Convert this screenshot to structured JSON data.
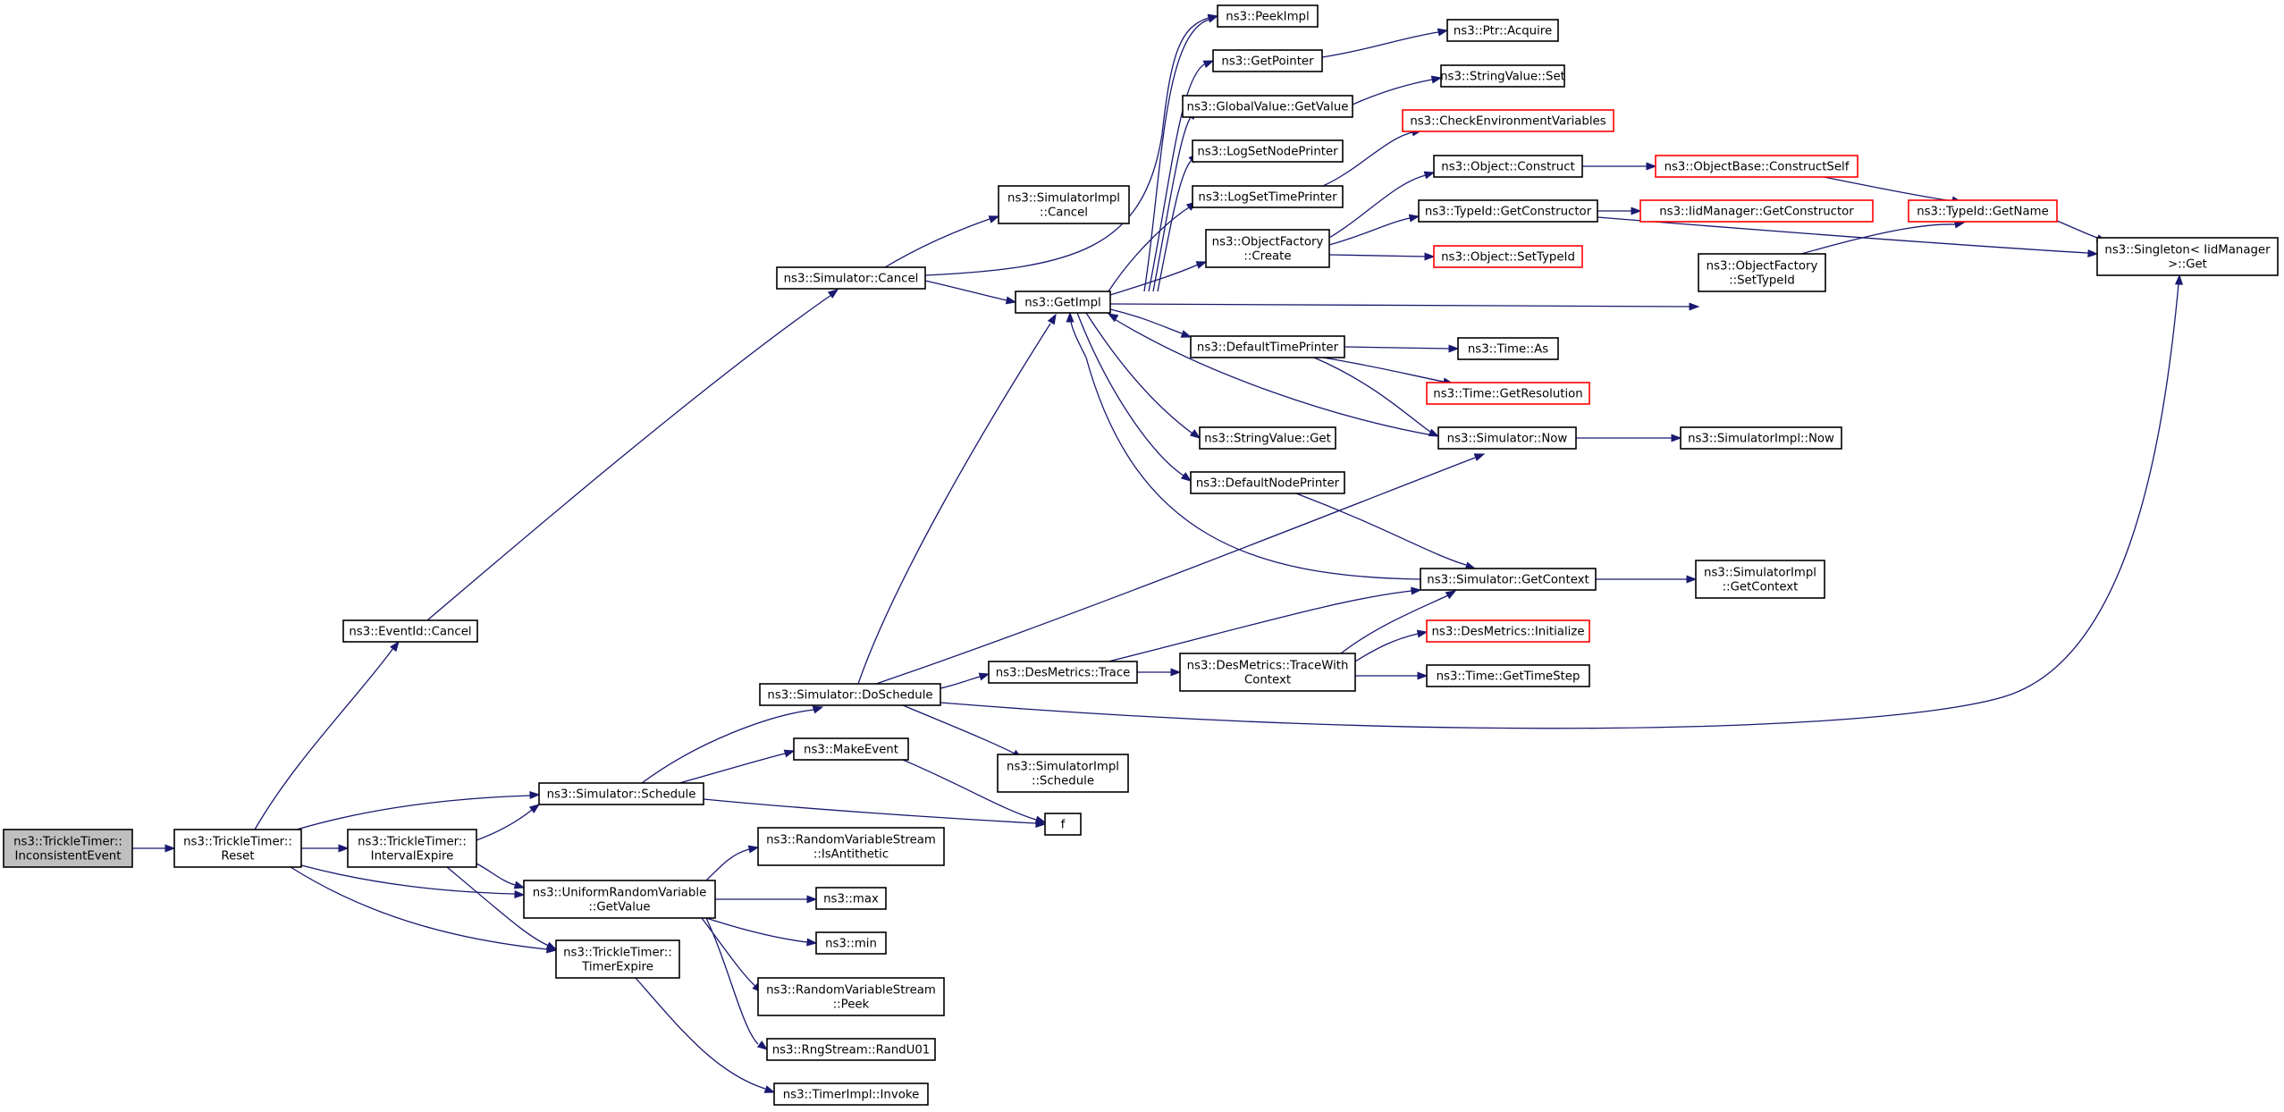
{
  "colors": {
    "edge": "#191970",
    "node_border": "#000000",
    "truncated_border": "#ff0000",
    "root_fill": "#bfbfbf",
    "node_fill": "#ffffff"
  },
  "nodes": [
    {
      "id": "root",
      "lines": [
        "ns3::TrickleTimer::",
        "InconsistentEvent"
      ]
    },
    {
      "id": "reset",
      "lines": [
        "ns3::TrickleTimer::",
        "Reset"
      ]
    },
    {
      "id": "eventid_cancel",
      "lines": [
        "ns3::EventId::Cancel"
      ]
    },
    {
      "id": "sched",
      "lines": [
        "ns3::Simulator::Schedule"
      ]
    },
    {
      "id": "interval",
      "lines": [
        "ns3::TrickleTimer::",
        "IntervalExpire"
      ]
    },
    {
      "id": "urv",
      "lines": [
        "ns3::UniformRandomVariable",
        "::GetValue"
      ]
    },
    {
      "id": "timerexpire",
      "lines": [
        "ns3::TrickleTimer::",
        "TimerExpire"
      ]
    },
    {
      "id": "sim_cancel",
      "lines": [
        "ns3::Simulator::Cancel"
      ]
    },
    {
      "id": "doschedule",
      "lines": [
        "ns3::Simulator::DoSchedule"
      ]
    },
    {
      "id": "makeevent",
      "lines": [
        "ns3::MakeEvent"
      ]
    },
    {
      "id": "isanti",
      "lines": [
        "ns3::RandomVariableStream",
        "::IsAntithetic"
      ]
    },
    {
      "id": "max",
      "lines": [
        "ns3::max"
      ]
    },
    {
      "id": "min",
      "lines": [
        "ns3::min"
      ]
    },
    {
      "id": "rvs_peek",
      "lines": [
        "ns3::RandomVariableStream",
        "::Peek"
      ]
    },
    {
      "id": "randu01",
      "lines": [
        "ns3::RngStream::RandU01"
      ]
    },
    {
      "id": "timerimpl_invoke",
      "lines": [
        "ns3::TimerImpl::Invoke"
      ]
    },
    {
      "id": "simimpl_cancel",
      "lines": [
        "ns3::SimulatorImpl",
        "::Cancel"
      ]
    },
    {
      "id": "getimpl",
      "lines": [
        "ns3::GetImpl"
      ]
    },
    {
      "id": "desm_trace",
      "lines": [
        "ns3::DesMetrics::Trace"
      ]
    },
    {
      "id": "simimpl_schedule",
      "lines": [
        "ns3::SimulatorImpl",
        "::Schedule"
      ]
    },
    {
      "id": "f",
      "lines": [
        "f"
      ]
    },
    {
      "id": "peekimpl",
      "lines": [
        "ns3::PeekImpl"
      ]
    },
    {
      "id": "getpointer",
      "lines": [
        "ns3::GetPointer"
      ]
    },
    {
      "id": "gv_getvalue",
      "lines": [
        "ns3::GlobalValue::GetValue"
      ]
    },
    {
      "id": "lognodeprinter",
      "lines": [
        "ns3::LogSetNodePrinter"
      ]
    },
    {
      "id": "logtimeprinter",
      "lines": [
        "ns3::LogSetTimePrinter"
      ]
    },
    {
      "id": "objfactory_create",
      "lines": [
        "ns3::ObjectFactory",
        "::Create"
      ]
    },
    {
      "id": "deftimeprinter",
      "lines": [
        "ns3::DefaultTimePrinter"
      ]
    },
    {
      "id": "stringvalue_get",
      "lines": [
        "ns3::StringValue::Get"
      ]
    },
    {
      "id": "defnodeprinter",
      "lines": [
        "ns3::DefaultNodePrinter"
      ]
    },
    {
      "id": "desm_tracewith",
      "lines": [
        "ns3::DesMetrics::TraceWith",
        "Context"
      ]
    },
    {
      "id": "ptr_acquire",
      "lines": [
        "ns3::Ptr::Acquire"
      ]
    },
    {
      "id": "stringvalue_set",
      "lines": [
        "ns3::StringValue::Set"
      ]
    },
    {
      "id": "checkenv",
      "lines": [
        "ns3::CheckEnvironmentVariables"
      ],
      "truncated": true
    },
    {
      "id": "obj_construct",
      "lines": [
        "ns3::Object::Construct"
      ]
    },
    {
      "id": "typeid_getctor",
      "lines": [
        "ns3::TypeId::GetConstructor"
      ]
    },
    {
      "id": "obj_settypeid",
      "lines": [
        "ns3::Object::SetTypeId"
      ],
      "truncated": true
    },
    {
      "id": "objfactory_settypeid",
      "lines": [
        "ns3::ObjectFactory",
        "::SetTypeId"
      ]
    },
    {
      "id": "time_as",
      "lines": [
        "ns3::Time::As"
      ]
    },
    {
      "id": "time_getres",
      "lines": [
        "ns3::Time::GetResolution"
      ],
      "truncated": true
    },
    {
      "id": "sim_now",
      "lines": [
        "ns3::Simulator::Now"
      ]
    },
    {
      "id": "simimpl_now",
      "lines": [
        "ns3::SimulatorImpl::Now"
      ]
    },
    {
      "id": "sim_getcontext",
      "lines": [
        "ns3::Simulator::GetContext"
      ]
    },
    {
      "id": "simimpl_getcontext",
      "lines": [
        "ns3::SimulatorImpl",
        "::GetContext"
      ]
    },
    {
      "id": "desm_init",
      "lines": [
        "ns3::DesMetrics::Initialize"
      ],
      "truncated": true
    },
    {
      "id": "time_gettimestep",
      "lines": [
        "ns3::Time::GetTimeStep"
      ]
    },
    {
      "id": "objbase_constructself",
      "lines": [
        "ns3::ObjectBase::ConstructSelf"
      ],
      "truncated": true
    },
    {
      "id": "iidmanager_getctor",
      "lines": [
        "ns3::IidManager::GetConstructor"
      ],
      "truncated": true
    },
    {
      "id": "typeid_getname",
      "lines": [
        "ns3::TypeId::GetName"
      ],
      "truncated": true
    },
    {
      "id": "singleton_get",
      "lines": [
        "ns3::Singleton< IidManager",
        ">::Get"
      ]
    }
  ],
  "edges": [
    [
      "root",
      "reset"
    ],
    [
      "reset",
      "eventid_cancel"
    ],
    [
      "reset",
      "sched"
    ],
    [
      "reset",
      "interval"
    ],
    [
      "reset",
      "urv"
    ],
    [
      "reset",
      "timerexpire"
    ],
    [
      "eventid_cancel",
      "sim_cancel"
    ],
    [
      "sim_cancel",
      "simimpl_cancel"
    ],
    [
      "sim_cancel",
      "getimpl"
    ],
    [
      "sim_cancel",
      "peekimpl"
    ],
    [
      "sched",
      "doschedule"
    ],
    [
      "sched",
      "makeevent"
    ],
    [
      "sched",
      "f"
    ],
    [
      "makeevent",
      "f"
    ],
    [
      "interval",
      "sched"
    ],
    [
      "interval",
      "urv"
    ],
    [
      "interval",
      "timerexpire"
    ],
    [
      "urv",
      "isanti"
    ],
    [
      "urv",
      "max"
    ],
    [
      "urv",
      "min"
    ],
    [
      "urv",
      "rvs_peek"
    ],
    [
      "urv",
      "randu01"
    ],
    [
      "timerexpire",
      "timerimpl_invoke"
    ],
    [
      "doschedule",
      "getimpl"
    ],
    [
      "doschedule",
      "sim_now"
    ],
    [
      "doschedule",
      "desm_trace"
    ],
    [
      "doschedule",
      "simimpl_schedule"
    ],
    [
      "doschedule",
      "singleton_get"
    ],
    [
      "desm_trace",
      "sim_getcontext"
    ],
    [
      "desm_trace",
      "desm_tracewith"
    ],
    [
      "desm_tracewith",
      "sim_getcontext"
    ],
    [
      "desm_tracewith",
      "desm_init"
    ],
    [
      "desm_tracewith",
      "time_gettimestep"
    ],
    [
      "getimpl",
      "peekimpl"
    ],
    [
      "getimpl",
      "getpointer"
    ],
    [
      "getimpl",
      "gv_getvalue"
    ],
    [
      "getimpl",
      "lognodeprinter"
    ],
    [
      "getimpl",
      "logtimeprinter"
    ],
    [
      "getimpl",
      "objfactory_create"
    ],
    [
      "getimpl",
      "objfactory_settypeid"
    ],
    [
      "getimpl",
      "deftimeprinter"
    ],
    [
      "getimpl",
      "stringvalue_get"
    ],
    [
      "getimpl",
      "defnodeprinter"
    ],
    [
      "getpointer",
      "ptr_acquire"
    ],
    [
      "gv_getvalue",
      "stringvalue_set"
    ],
    [
      "logtimeprinter",
      "checkenv"
    ],
    [
      "objfactory_create",
      "obj_construct"
    ],
    [
      "objfactory_create",
      "typeid_getctor"
    ],
    [
      "objfactory_create",
      "obj_settypeid"
    ],
    [
      "obj_construct",
      "objbase_constructself"
    ],
    [
      "objbase_constructself",
      "typeid_getname"
    ],
    [
      "typeid_getctor",
      "iidmanager_getctor"
    ],
    [
      "typeid_getctor",
      "singleton_get"
    ],
    [
      "objfactory_settypeid",
      "typeid_getname"
    ],
    [
      "typeid_getname",
      "singleton_get"
    ],
    [
      "deftimeprinter",
      "time_as"
    ],
    [
      "deftimeprinter",
      "time_getres"
    ],
    [
      "deftimeprinter",
      "sim_now"
    ],
    [
      "sim_now",
      "getimpl"
    ],
    [
      "sim_now",
      "simimpl_now"
    ],
    [
      "defnodeprinter",
      "sim_getcontext"
    ],
    [
      "sim_getcontext",
      "getimpl"
    ],
    [
      "sim_getcontext",
      "simimpl_getcontext"
    ]
  ]
}
